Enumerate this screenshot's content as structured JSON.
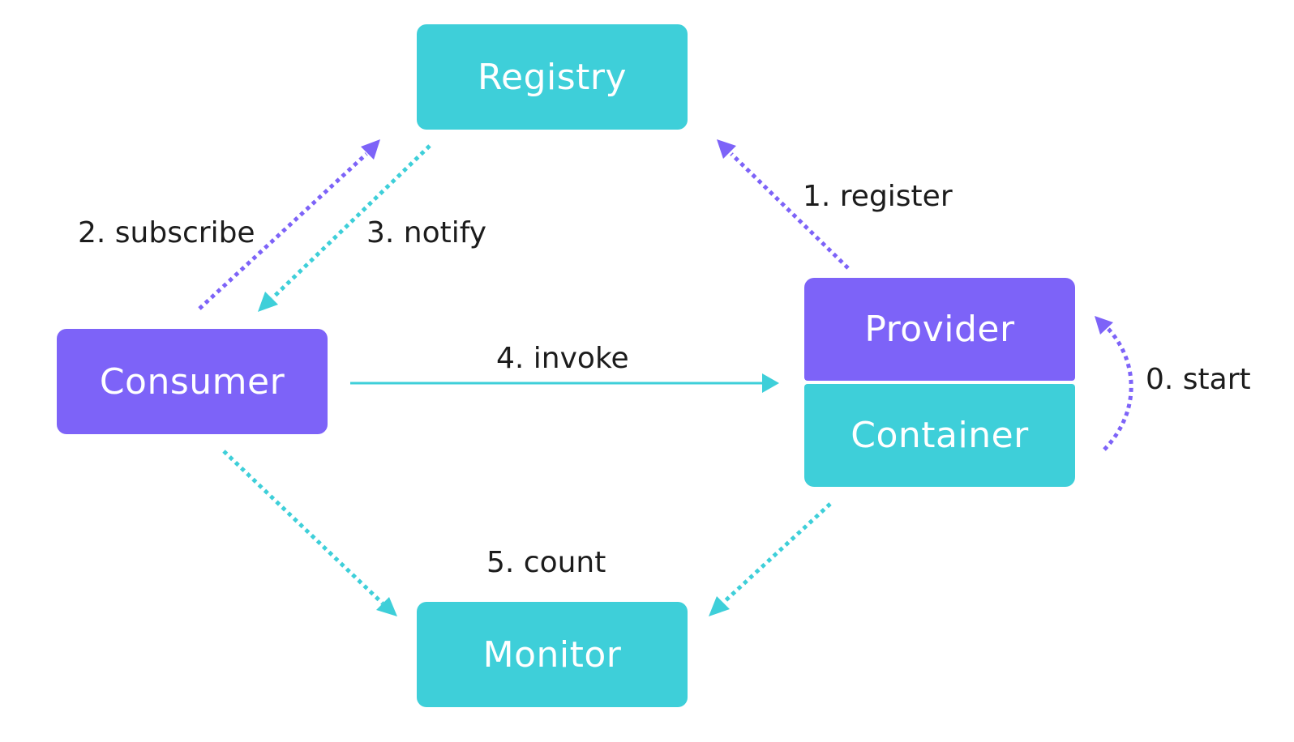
{
  "nodes": {
    "registry": "Registry",
    "consumer": "Consumer",
    "provider": "Provider",
    "container": "Container",
    "monitor": "Monitor"
  },
  "edges": {
    "start": "0. start",
    "register": "1. register",
    "subscribe": "2. subscribe",
    "notify": "3. notify",
    "invoke": "4. invoke",
    "count": "5. count"
  },
  "colors": {
    "teal": "#3ecfd9",
    "purple": "#7d63f8",
    "text": "#1c1c1c"
  }
}
